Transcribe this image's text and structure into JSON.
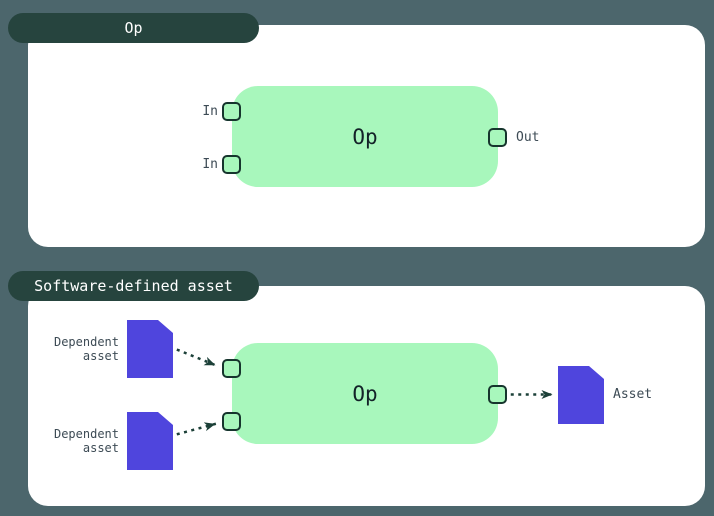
{
  "colors": {
    "background": "#4c666c",
    "panel": "#ffffff",
    "tab_bg": "#26443e",
    "tab_text": "#ffffff",
    "op_box": "#a8f7bc",
    "port_border": "#16352d",
    "asset_doc": "#4f45dd",
    "label_text": "#3d4b55",
    "op_text": "#132228",
    "arrow": "#1c4038"
  },
  "panels": [
    {
      "id": "op",
      "tab_label": "Op",
      "op_box_label": "Op",
      "input_labels": [
        "In",
        "In"
      ],
      "output_label": "Out"
    },
    {
      "id": "software-defined-asset",
      "tab_label": "Software-defined asset",
      "op_box_label": "Op",
      "dependent_assets": [
        {
          "label": [
            "Dependent",
            "asset"
          ]
        },
        {
          "label": [
            "Dependent",
            "asset"
          ]
        }
      ],
      "output_asset_label": "Asset"
    }
  ]
}
